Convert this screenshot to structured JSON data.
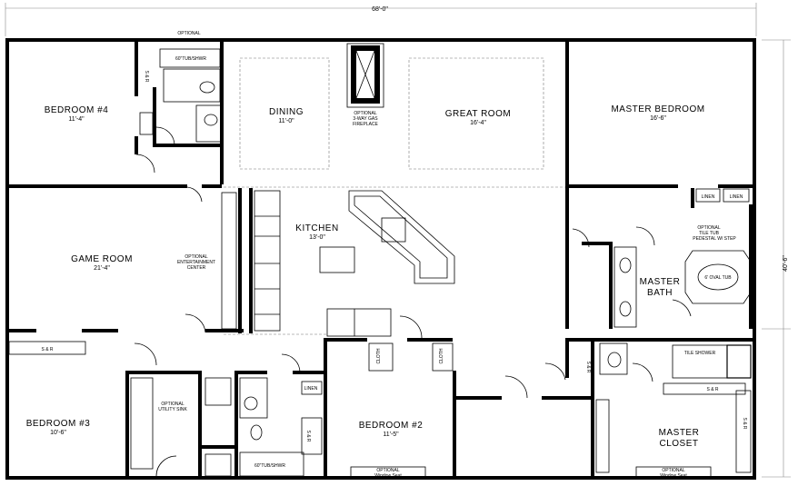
{
  "dimensions": {
    "overall_width": "68'-0\"",
    "overall_depth": "40'-6\""
  },
  "labels": {
    "optional_top": "OPTIONAL",
    "tub_shower_1": "60\"TUB/SHWR",
    "tub_shower_2": "60\"TUB/SHWR",
    "sr_1": "S & R",
    "sr_2": "S & R",
    "sr_3": "S & R",
    "sr_4": "S & R",
    "sr_5": "S & R",
    "sr_6": "S & R",
    "linen_1": "LINEN",
    "linen_2": "LINEN",
    "linen_3": "LINEN",
    "cloth_1": "CLOTH",
    "cloth_2": "CLOTH",
    "fireplace": [
      "OPTIONAL",
      "3-WAY GAS",
      "FIREPLACE"
    ],
    "entertainment": [
      "OPTIONAL",
      "ENTERTAINMENT",
      "CENTER"
    ],
    "tile_tub": [
      "OPTIONAL",
      "TILE TUB",
      "PEDESTAL W/ STEP"
    ],
    "oval_tub": "6' OVAL TUB",
    "tile_shower": "TILE SHOWER",
    "utility_sink": [
      "OPTIONAL",
      "UTILITY SINK"
    ],
    "window_seat_1": [
      "OPTIONAL",
      "Window Seat"
    ],
    "window_seat_2": [
      "OPTIONAL",
      "Window Seat"
    ]
  },
  "rooms": [
    {
      "name": "BEDROOM #4",
      "size": "11'-4\""
    },
    {
      "name": "DINING",
      "size": "11'-0\""
    },
    {
      "name": "GREAT ROOM",
      "size": "16'-4\""
    },
    {
      "name": "MASTER BEDROOM",
      "size": "16'-6\""
    },
    {
      "name": "GAME ROOM",
      "size": "21'-4\""
    },
    {
      "name": "KITCHEN",
      "size": "13'-0\""
    },
    {
      "name": "MASTER",
      "size": "BATH"
    },
    {
      "name": "BEDROOM #3",
      "size": "10'-6\""
    },
    {
      "name": "BEDROOM #2",
      "size": "11'-5\""
    },
    {
      "name": "MASTER",
      "size": "CLOSET"
    }
  ]
}
